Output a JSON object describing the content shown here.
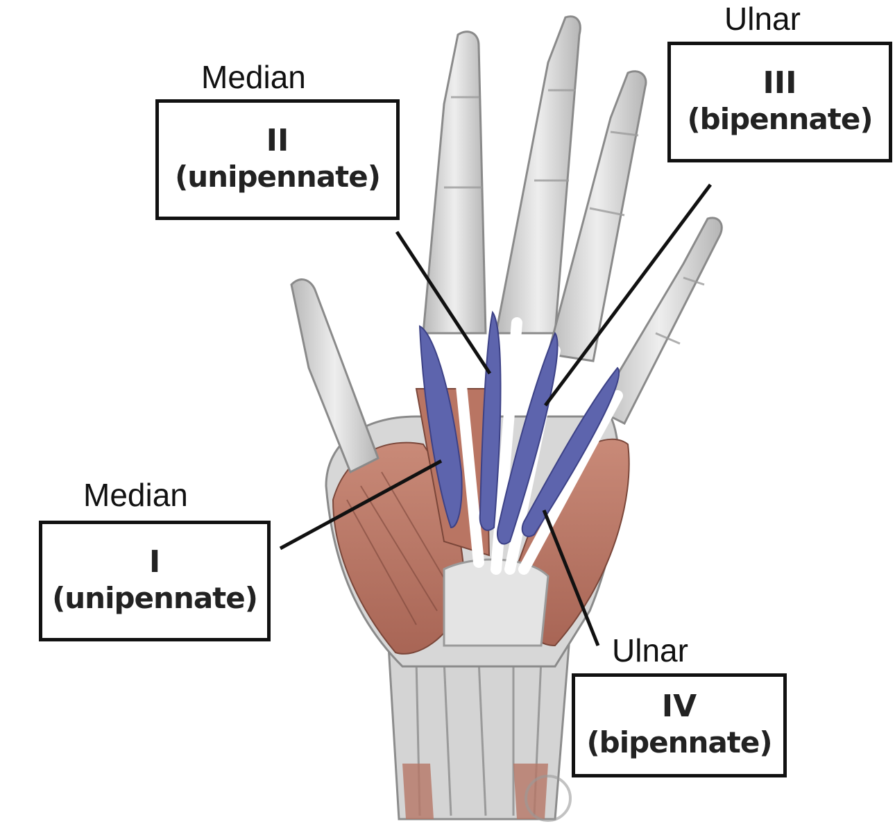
{
  "colors": {
    "interossei_blue": "#5d64ad",
    "muscle_red": "#b97563",
    "tendon_grey": "#d9d9d9",
    "outline": "#111111"
  },
  "labels": {
    "muscle_1": {
      "nerve": "Median",
      "numeral": "I",
      "type": "(unipennate)"
    },
    "muscle_2": {
      "nerve": "Median",
      "numeral": "II",
      "type": "(unipennate)"
    },
    "muscle_3": {
      "nerve": "Ulnar",
      "numeral": "III",
      "type": "(bipennate)"
    },
    "muscle_4": {
      "nerve": "Ulnar",
      "numeral": "IV",
      "type": "(bipennate)"
    }
  }
}
